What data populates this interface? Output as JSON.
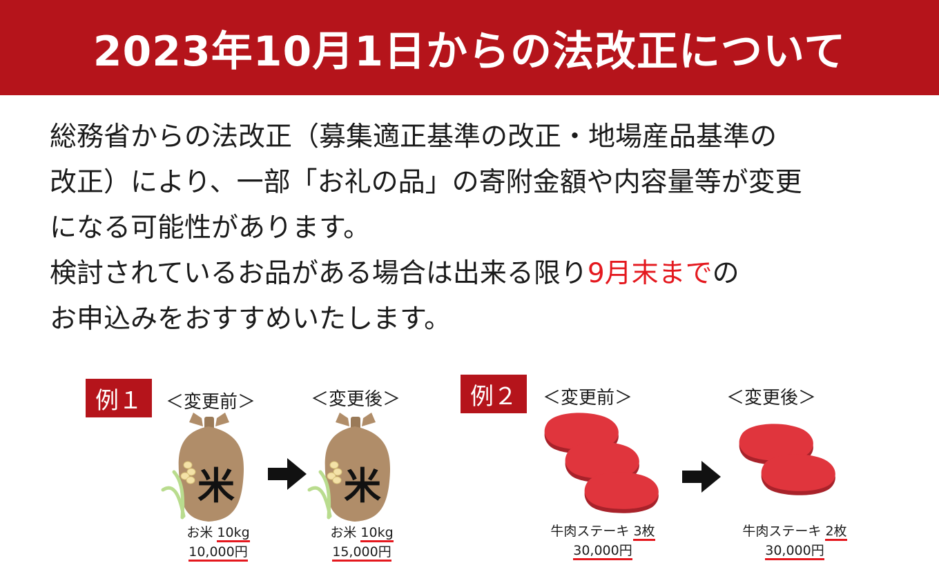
{
  "header": {
    "title": "2023年10月1日からの法改正について"
  },
  "body": {
    "line1": "総務省からの法改正（募集適正基準の改正・地場産品基準の",
    "line2": "改正）により、一部「お礼の品」の寄附金額や内容量等が変更",
    "line3": "になる可能性があります。",
    "line4_pre": "検討されているお品がある場合は出来る限り",
    "line4_accent": "9月末まで",
    "line4_post": "の",
    "line5": "お申込みをおすすめいたします。"
  },
  "colors": {
    "banner": "#b5141b",
    "accent": "#e4181e",
    "bag": "#b08d69",
    "meat": "#e0353d"
  },
  "example1": {
    "tag": "例１",
    "before": {
      "label": "＜変更前＞",
      "icon": "rice-bag-icon",
      "bag_text": "米",
      "item": "お米 ",
      "amount": "10kg",
      "price": "10,000円"
    },
    "after": {
      "label": "＜変更後＞",
      "icon": "rice-bag-icon",
      "bag_text": "米",
      "item": "お米 ",
      "amount": "10kg",
      "price": "15,000円"
    }
  },
  "example2": {
    "tag": "例２",
    "before": {
      "label": "＜変更前＞",
      "icon": "steak-icon",
      "item": "牛肉ステーキ ",
      "amount": "3枚",
      "price": "30,000円"
    },
    "after": {
      "label": "＜変更後＞",
      "icon": "steak-icon",
      "item": "牛肉ステーキ ",
      "amount": "2枚",
      "price": "30,000円"
    }
  }
}
